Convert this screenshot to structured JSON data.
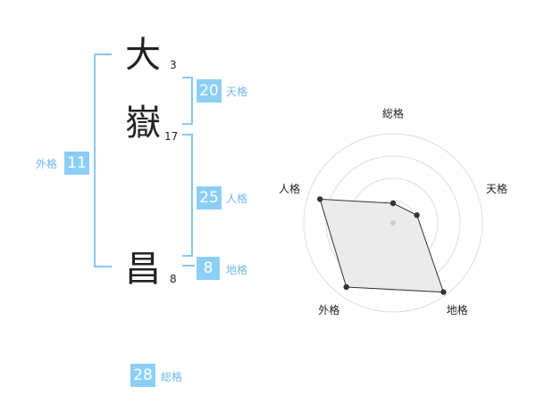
{
  "name": {
    "chars": [
      {
        "char": "大",
        "strokes": "3"
      },
      {
        "char": "嶽",
        "strokes": "17"
      },
      {
        "char": "昌",
        "strokes": "8"
      }
    ]
  },
  "kakusu": {
    "tenkaku": {
      "value": "20",
      "label": "天格"
    },
    "jinkaku": {
      "value": "25",
      "label": "人格"
    },
    "chikaku": {
      "value": "8",
      "label": "地格"
    },
    "gaikaku": {
      "value": "11",
      "label": "外格"
    },
    "soukaku": {
      "value": "28",
      "label": "総格"
    }
  },
  "colors": {
    "box": "#8ccff5",
    "bracket": "#88c8f0",
    "label": "#6fb8ea",
    "radar_fill": "#ebebeb"
  },
  "chart_data": {
    "type": "radar",
    "axes": [
      "総格",
      "天格",
      "地格",
      "外格",
      "人格"
    ],
    "values": [
      0.22,
      0.28,
      0.96,
      0.89,
      0.86
    ],
    "range": [
      0,
      1
    ],
    "rings": 4
  }
}
